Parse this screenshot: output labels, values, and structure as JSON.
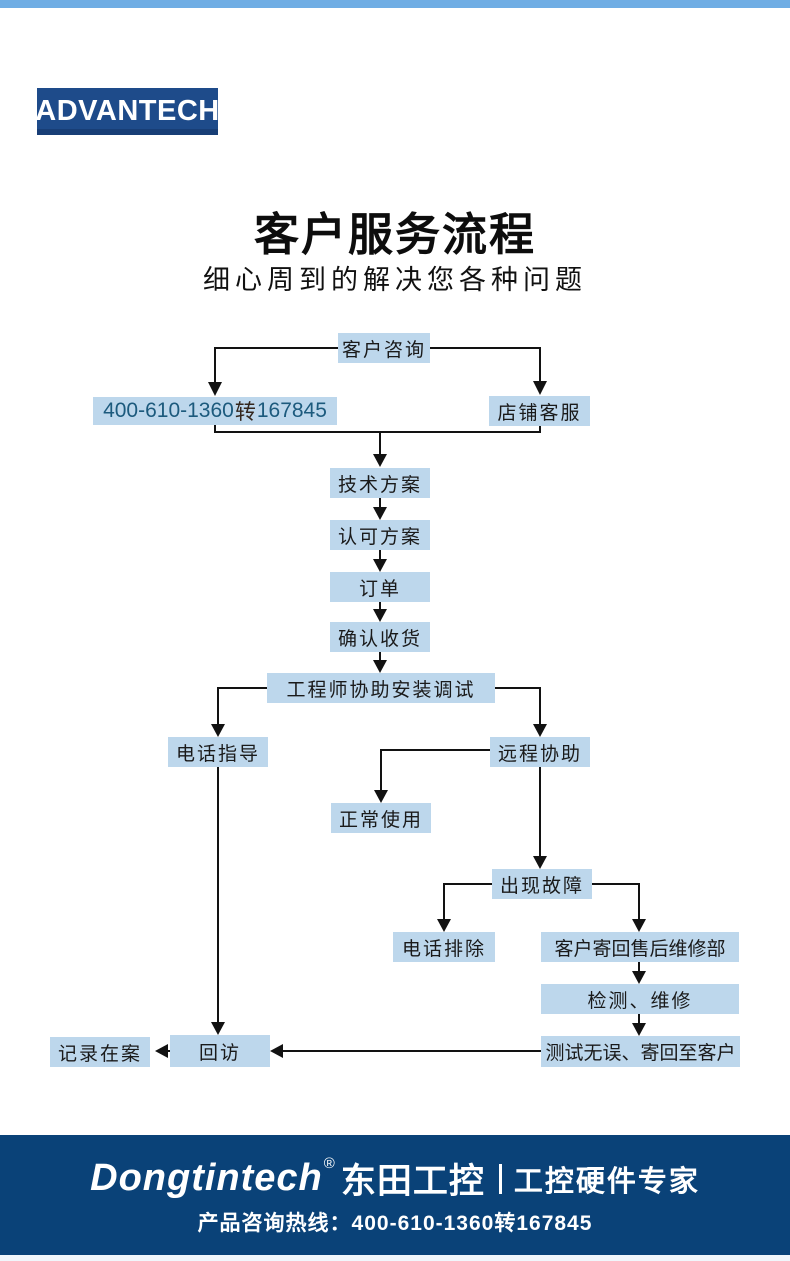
{
  "header": {
    "brand_logo": "ADVANTECH",
    "title": "客户服务流程",
    "subtitle": "细心周到的解决您各种问题"
  },
  "flowchart": {
    "nodes": {
      "customer_inquiry": "客户咨询",
      "hotline": {
        "prefix": "400-610-1360",
        "zhuan": "转",
        "ext": "167845"
      },
      "shop_service": "店铺客服",
      "tech_plan": "技术方案",
      "approve_plan": "认可方案",
      "order": "订单",
      "confirm_receipt": "确认收货",
      "engineer_install": "工程师协助安装调试",
      "phone_guidance": "电话指导",
      "remote_assist": "远程协助",
      "normal_use": "正常使用",
      "fault_occurs": "出现故障",
      "phone_troubleshoot": "电话排除",
      "return_to_service": "客户寄回售后维修部",
      "inspect_repair": "检测、维修",
      "test_return": "测试无误、寄回至客户",
      "follow_up": "回访",
      "record_filed": "记录在案"
    }
  },
  "footer": {
    "brand_en": "Dongtintech",
    "registered_mark": "®",
    "brand_cn": "东田工控",
    "tagline": "工控硬件专家",
    "hotline": "产品咨询热线：400-610-1360转167845"
  },
  "colors": {
    "top_bar": "#6fade4",
    "advantech_logo_bg": "#1e4b8a",
    "flow_node_fill": "#bdd7ec",
    "connector": "#121212",
    "footer_bg": "#0a4278",
    "hotline_text": "#1c5a7d"
  }
}
